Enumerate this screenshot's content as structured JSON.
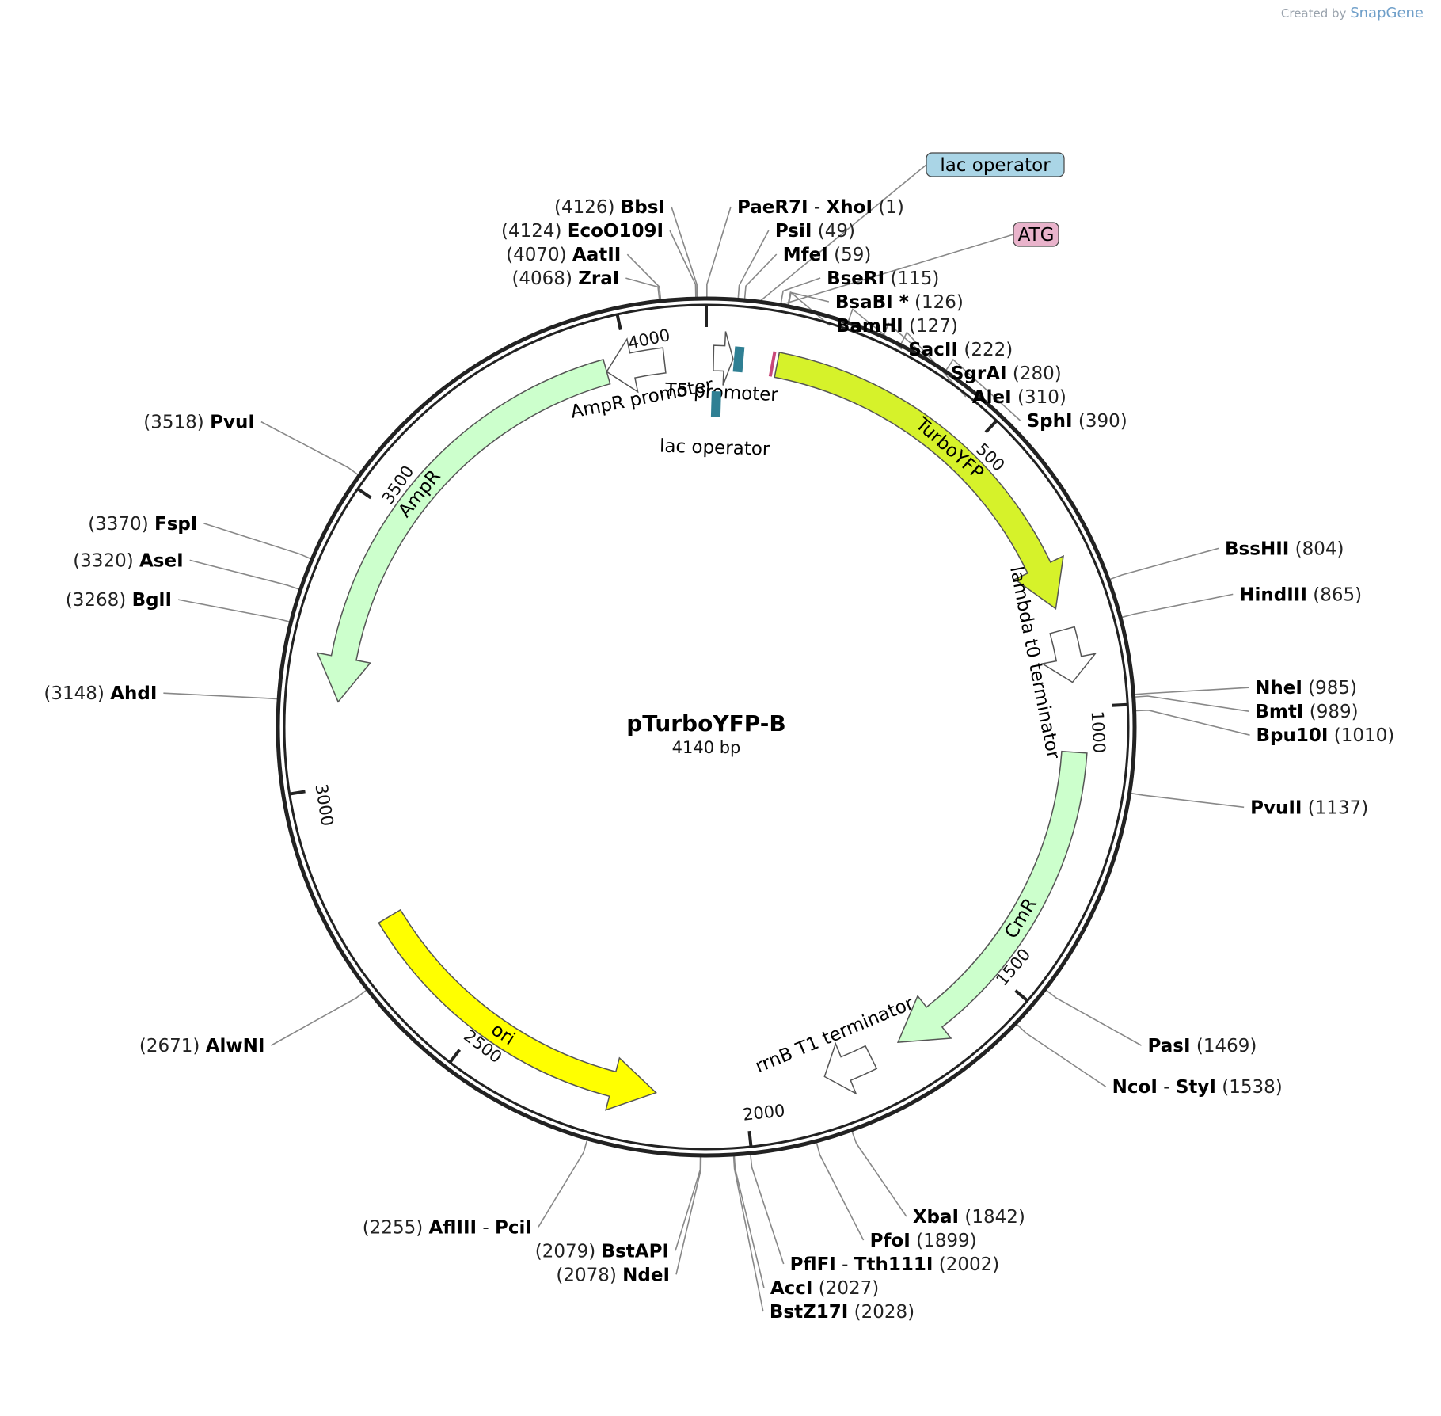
{
  "credit": {
    "prefix": "Created by",
    "brand": "SnapGene"
  },
  "plasmid": {
    "name": "pTurboYFP-B",
    "length_label": "4140 bp",
    "length": 4140
  },
  "ticks": [
    500,
    1000,
    1500,
    2000,
    2500,
    3000,
    3500,
    4000
  ],
  "tick_labels": [
    "500",
    "1000",
    "1500",
    "2000",
    "2500",
    "3000",
    "3500",
    "4000"
  ],
  "features": [
    {
      "name": "TurboYFP",
      "start": 127,
      "end": 820,
      "dir": 1,
      "color": "#d6f22a",
      "label": "TurboYFP",
      "label_mode": "inside"
    },
    {
      "name": "CmR",
      "start": 1080,
      "end": 1710,
      "dir": 1,
      "color": "#ccffcc",
      "label": "CmR",
      "label_mode": "inside"
    },
    {
      "name": "ori",
      "start": 2160,
      "end": 2750,
      "dir": -1,
      "color": "#ffff00",
      "label": "ori",
      "label_mode": "inside"
    },
    {
      "name": "AmpR",
      "start": 3150,
      "end": 3960,
      "dir": -1,
      "color": "#ccffcc",
      "label": "AmpR",
      "label_mode": "inside"
    },
    {
      "name": "AmpR promoter",
      "start": 3960,
      "end": 4065,
      "dir": -1,
      "color": "#ffffff",
      "label": "AmpR promoter",
      "label_mode": "inner"
    },
    {
      "name": "lambda t0 terminator",
      "start": 860,
      "end": 955,
      "dir": 1,
      "color": "#ffffff",
      "label": "lambda t0 terminator",
      "label_mode": "inner"
    },
    {
      "name": "rrnB T1 terminator",
      "start": 1765,
      "end": 1855,
      "dir": 1,
      "color": "#ffffff",
      "label": "rrnB T1 terminator",
      "label_mode": "inner"
    },
    {
      "name": "T5 promoter",
      "start": 13,
      "end": 48,
      "dir": 1,
      "color": "#ffffff",
      "label": "T5 promoter",
      "label_mode": "inner"
    }
  ],
  "small_features": [
    {
      "name": "lac operator",
      "pos": 58,
      "color": "#2f7f93",
      "label": "lac operator"
    },
    {
      "name": "ATG",
      "pos": 119,
      "color": "#c9487a"
    }
  ],
  "feature_callouts": [
    {
      "label": "lac operator",
      "bg": "#aad5e6",
      "pos": 84
    },
    {
      "label": "ATG",
      "bg": "#e9b3cb",
      "pos": 119
    }
  ],
  "sites": [
    {
      "name": "PaeR7I",
      "name2": "XhoI",
      "pos": 1,
      "pos_label": "(1)",
      "side": "right",
      "gray": false
    },
    {
      "name": "PsiI",
      "pos": 49,
      "pos_label": "(49)",
      "side": "right",
      "gray": false
    },
    {
      "name": "MfeI",
      "pos": 59,
      "pos_label": "(59)",
      "side": "right",
      "gray": false
    },
    {
      "name": "BseRI",
      "pos": 115,
      "pos_label": "(115)",
      "side": "right",
      "gray": false
    },
    {
      "name": "BsaBI *",
      "pos": 126,
      "pos_label": "(126)",
      "side": "right",
      "gray": true
    },
    {
      "name": "BamHI",
      "pos": 127,
      "pos_label": "(127)",
      "side": "right",
      "gray": false
    },
    {
      "name": "SacII",
      "pos": 222,
      "pos_label": "(222)",
      "side": "right",
      "gray": false
    },
    {
      "name": "SgrAI",
      "pos": 280,
      "pos_label": "(280)",
      "side": "right",
      "gray": false
    },
    {
      "name": "AleI",
      "pos": 310,
      "pos_label": "(310)",
      "side": "right",
      "gray": false
    },
    {
      "name": "SphI",
      "pos": 390,
      "pos_label": "(390)",
      "side": "right",
      "gray": false
    },
    {
      "name": "BssHII",
      "pos": 804,
      "pos_label": "(804)",
      "side": "right",
      "gray": false
    },
    {
      "name": "HindIII",
      "pos": 865,
      "pos_label": "(865)",
      "side": "right",
      "gray": false
    },
    {
      "name": "NheI",
      "pos": 985,
      "pos_label": "(985)",
      "side": "right",
      "gray": false
    },
    {
      "name": "BmtI",
      "pos": 989,
      "pos_label": "(989)",
      "side": "right",
      "gray": false
    },
    {
      "name": "Bpu10I",
      "pos": 1010,
      "pos_label": "(1010)",
      "side": "right",
      "gray": false
    },
    {
      "name": "PvuII",
      "pos": 1137,
      "pos_label": "(1137)",
      "side": "right",
      "gray": false
    },
    {
      "name": "PasI",
      "pos": 1469,
      "pos_label": "(1469)",
      "side": "right",
      "gray": false
    },
    {
      "name": "NcoI",
      "name2": "StyI",
      "pos": 1538,
      "pos_label": "(1538)",
      "side": "right",
      "gray": false
    },
    {
      "name": "XbaI",
      "pos": 1842,
      "pos_label": "(1842)",
      "side": "right",
      "gray": false
    },
    {
      "name": "PfoI",
      "pos": 1899,
      "pos_label": "(1899)",
      "side": "right",
      "gray": false
    },
    {
      "name": "PflFI",
      "name2": "Tth111I",
      "pos": 2002,
      "pos_label": "(2002)",
      "side": "right",
      "gray": false
    },
    {
      "name": "AccI",
      "pos": 2027,
      "pos_label": "(2027)",
      "side": "right",
      "gray": false
    },
    {
      "name": "BstZ17I",
      "pos": 2028,
      "pos_label": "(2028)",
      "side": "right",
      "gray": false
    },
    {
      "name": "NdeI",
      "pos": 2078,
      "pos_label": "(2078)",
      "side": "left",
      "gray": false
    },
    {
      "name": "BstAPI",
      "pos": 2079,
      "pos_label": "(2079)",
      "side": "left",
      "gray": false
    },
    {
      "name": "AflIII",
      "name2": "PciI",
      "pos": 2255,
      "pos_label": "(2255)",
      "side": "left",
      "gray": false
    },
    {
      "name": "AlwNI",
      "pos": 2671,
      "pos_label": "(2671)",
      "side": "left",
      "gray": false
    },
    {
      "name": "AhdI",
      "pos": 3148,
      "pos_label": "(3148)",
      "side": "left",
      "gray": false
    },
    {
      "name": "BglI",
      "pos": 3268,
      "pos_label": "(3268)",
      "side": "left",
      "gray": false
    },
    {
      "name": "AseI",
      "pos": 3320,
      "pos_label": "(3320)",
      "side": "left",
      "gray": false
    },
    {
      "name": "FspI",
      "pos": 3370,
      "pos_label": "(3370)",
      "side": "left",
      "gray": false
    },
    {
      "name": "PvuI",
      "pos": 3518,
      "pos_label": "(3518)",
      "side": "left",
      "gray": false
    },
    {
      "name": "ZraI",
      "pos": 4068,
      "pos_label": "(4068)",
      "side": "left",
      "gray": false
    },
    {
      "name": "AatII",
      "pos": 4070,
      "pos_label": "(4070)",
      "side": "left",
      "gray": false
    },
    {
      "name": "EcoO109I",
      "pos": 4124,
      "pos_label": "(4124)",
      "side": "left",
      "gray": false
    },
    {
      "name": "BbsI",
      "pos": 4126,
      "pos_label": "(4126)",
      "side": "left",
      "gray": false
    }
  ]
}
